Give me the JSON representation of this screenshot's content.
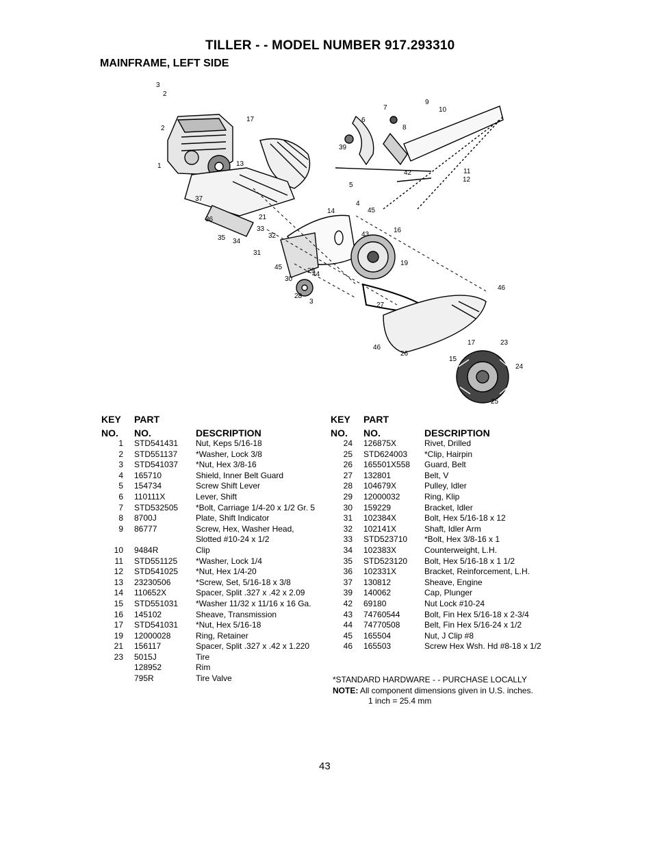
{
  "title": "TILLER - - MODEL NUMBER 917.293310",
  "subtitle": "MAINFRAME, LEFT SIDE",
  "table_headers": {
    "key_line1": "KEY",
    "part_line1": "PART",
    "key_line2": "NO.",
    "part_line2": "NO.",
    "description": "DESCRIPTION"
  },
  "parts_left": [
    {
      "key": "1",
      "part": "STD541431",
      "desc": "Nut, Keps 5/16-18"
    },
    {
      "key": "2",
      "part": "STD551137",
      "desc": "*Washer, Lock 3/8"
    },
    {
      "key": "3",
      "part": "STD541037",
      "desc": "*Nut, Hex 3/8-16"
    },
    {
      "key": "4",
      "part": "165710",
      "desc": "Shield, Inner Belt Guard"
    },
    {
      "key": "5",
      "part": "154734",
      "desc": "Screw Shift Lever"
    },
    {
      "key": "6",
      "part": "110111X",
      "desc": "Lever, Shift"
    },
    {
      "key": "7",
      "part": "STD532505",
      "desc": "*Bolt, Carriage 1/4-20 x 1/2 Gr. 5"
    },
    {
      "key": "8",
      "part": "8700J",
      "desc": "Plate, Shift Indicator"
    },
    {
      "key": "9",
      "part": "86777",
      "desc": "Screw, Hex, Washer Head,\nSlotted #10-24 x 1/2"
    },
    {
      "key": "10",
      "part": "9484R",
      "desc": "Clip"
    },
    {
      "key": "11",
      "part": "STD551125",
      "desc": "*Washer, Lock 1/4"
    },
    {
      "key": "12",
      "part": "STD541025",
      "desc": "*Nut, Hex 1/4-20"
    },
    {
      "key": "13",
      "part": "23230506",
      "desc": "*Screw, Set, 5/16-18 x 3/8"
    },
    {
      "key": "14",
      "part": "110652X",
      "desc": "Spacer, Split .327 x .42 x 2.09"
    },
    {
      "key": "15",
      "part": "STD551031",
      "desc": "*Washer 11/32 x 11/16 x 16 Ga."
    },
    {
      "key": "16",
      "part": "145102",
      "desc": "Sheave, Transmission"
    },
    {
      "key": "17",
      "part": "STD541031",
      "desc": "*Nut, Hex 5/16-18"
    },
    {
      "key": "19",
      "part": "12000028",
      "desc": "Ring, Retainer"
    },
    {
      "key": "21",
      "part": "156117",
      "desc": "Spacer, Split .327 x .42 x 1.220"
    },
    {
      "key": "23",
      "part": "5015J",
      "desc": "Tire"
    },
    {
      "key": "",
      "part": "128952",
      "desc": "Rim"
    },
    {
      "key": "",
      "part": "795R",
      "desc": "Tire Valve"
    }
  ],
  "parts_right": [
    {
      "key": "24",
      "part": "126875X",
      "desc": "Rivet, Drilled"
    },
    {
      "key": "25",
      "part": "STD624003",
      "desc": "*Clip, Hairpin"
    },
    {
      "key": "26",
      "part": "165501X558",
      "desc": "Guard, Belt"
    },
    {
      "key": "27",
      "part": "132801",
      "desc": "Belt, V"
    },
    {
      "key": "28",
      "part": "104679X",
      "desc": "Pulley, Idler"
    },
    {
      "key": "29",
      "part": "12000032",
      "desc": "Ring, Klip"
    },
    {
      "key": "30",
      "part": "159229",
      "desc": "Bracket, Idler"
    },
    {
      "key": "31",
      "part": "102384X",
      "desc": "Bolt, Hex 5/16-18 x 12"
    },
    {
      "key": "32",
      "part": "102141X",
      "desc": "Shaft, Idler Arm"
    },
    {
      "key": "33",
      "part": "STD523710",
      "desc": "*Bolt, Hex 3/8-16 x 1"
    },
    {
      "key": "34",
      "part": "102383X",
      "desc": "Counterweight, L.H."
    },
    {
      "key": "35",
      "part": "STD523120",
      "desc": "Bolt, Hex 5/16-18 x 1 1/2"
    },
    {
      "key": "36",
      "part": "102331X",
      "desc": "Bracket, Reinforcement, L.H."
    },
    {
      "key": "37",
      "part": "130812",
      "desc": "Sheave, Engine"
    },
    {
      "key": "39",
      "part": "140062",
      "desc": "Cap, Plunger"
    },
    {
      "key": "42",
      "part": "69180",
      "desc": "Nut Lock #10-24"
    },
    {
      "key": "43",
      "part": "74760544",
      "desc": "Bolt, Fin Hex 5/16-18 x 2-3/4"
    },
    {
      "key": "44",
      "part": "74770508",
      "desc": "Belt, Fin Hex 5/16-24 x 1/2"
    },
    {
      "key": "45",
      "part": "165504",
      "desc": "Nut, J Clip #8"
    },
    {
      "key": "46",
      "part": "165503",
      "desc": "Screw Hex Wsh. Hd #8-18 x 1/2"
    }
  ],
  "notes": {
    "standard": "*STANDARD HARDWARE - - PURCHASE LOCALLY",
    "note_label": "NOTE:",
    "note_text": "All component dimensions given in U.S. inches.",
    "conversion": "1 inch = 25.4 mm"
  },
  "page_number": "43",
  "diagram_callouts": [
    "1",
    "2",
    "3",
    "2",
    "17",
    "13",
    "37",
    "36",
    "35",
    "34",
    "21",
    "33",
    "32",
    "31",
    "45",
    "30",
    "29",
    "44",
    "28",
    "3",
    "7",
    "9",
    "10",
    "6",
    "8",
    "39",
    "42",
    "5",
    "11",
    "12",
    "4",
    "14",
    "45",
    "16",
    "43",
    "19",
    "27",
    "46",
    "46",
    "26",
    "17",
    "15",
    "23",
    "24",
    "25"
  ]
}
